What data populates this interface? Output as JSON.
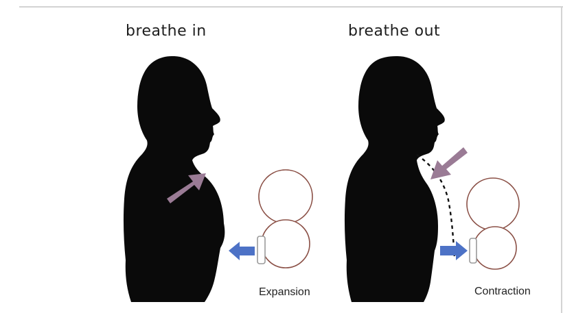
{
  "panels": [
    {
      "title": "breathe in",
      "caption": "Expansion"
    },
    {
      "title": "breathe out",
      "caption": "Contraction"
    }
  ],
  "colors": {
    "silhouette": "#0a0a0a",
    "chest_arrow": "#9a7b95",
    "cuff_arrow": "#4d72c6",
    "balloon_stroke": "#8a4f45",
    "frame": "#d3d3d3",
    "text": "#1e1e1e"
  },
  "icons": {
    "person": "person-silhouette-icon",
    "chest_arrow": "diagonal-arrow-icon",
    "cuff_arrow": "horizontal-arrow-icon",
    "balloon": "bellows-balloon-icon"
  }
}
